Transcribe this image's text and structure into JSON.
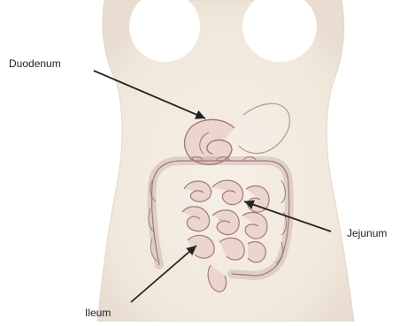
{
  "labels": {
    "duodenum": "Duodenum",
    "jejunum": "Jejunum",
    "ileum": "Ileum"
  },
  "colors": {
    "skin": "#f4ede3",
    "skin_edge": "#ddd2c4",
    "intestine_fill": "#ecd5cd",
    "intestine_outline": "#a07a78",
    "leader_line": "#222222"
  }
}
